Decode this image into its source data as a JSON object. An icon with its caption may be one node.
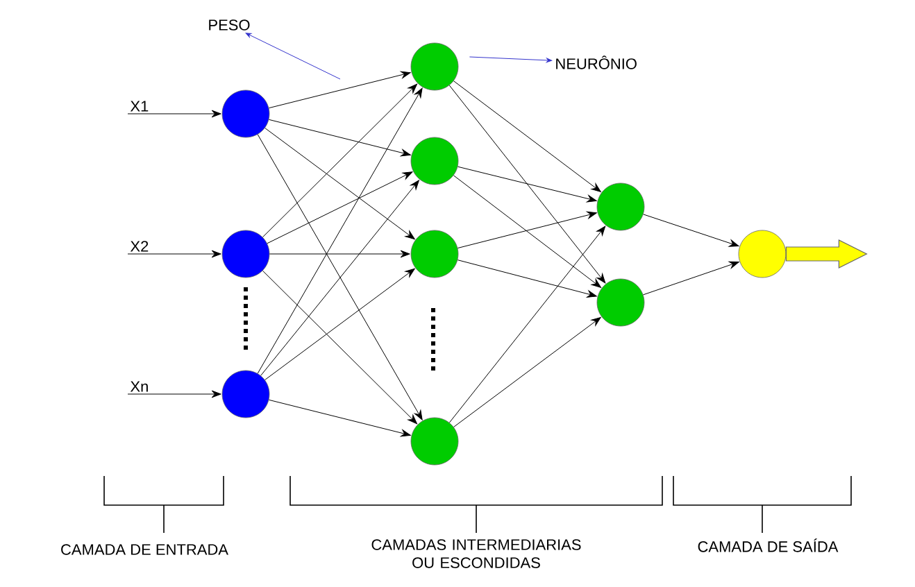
{
  "diagram": {
    "nodes": [
      {
        "text": [
          "PESO"
        ]
      },
      {
        "text": [
          "NEURÔNIO"
        ]
      },
      {
        "text": [
          "X1"
        ]
      },
      {
        "text": [
          "X2"
        ]
      },
      {
        "text": [
          "Xn"
        ]
      },
      {
        "text": [],
        "shape": "circle"
      },
      {
        "text": [],
        "shape": "circle"
      },
      {
        "text": [],
        "shape": "circle"
      },
      {
        "text": [],
        "shape": "circle"
      },
      {
        "text": [],
        "shape": "circle"
      },
      {
        "text": [],
        "shape": "circle"
      },
      {
        "text": [],
        "shape": "circle"
      },
      {
        "text": [],
        "shape": "circle"
      },
      {
        "text": [],
        "shape": "circle"
      },
      {
        "text": [],
        "shape": "circle"
      }
    ],
    "edges": [
      {
        "from": null,
        "to": 0,
        "arrow": "to",
        "color": "#3333cc"
      },
      {
        "from": 8,
        "to": 1,
        "arrow": "to",
        "color": "#3333cc"
      },
      {
        "from": 2,
        "to": 5,
        "arrow": "to"
      },
      {
        "from": 3,
        "to": 6,
        "arrow": "to"
      },
      {
        "from": 4,
        "to": 7,
        "arrow": "to"
      },
      {
        "from": 5,
        "to": 8,
        "arrow": "to"
      },
      {
        "from": 5,
        "to": 9,
        "arrow": "to"
      },
      {
        "from": 5,
        "to": 10,
        "arrow": "to"
      },
      {
        "from": 5,
        "to": 11,
        "arrow": "to"
      },
      {
        "from": 6,
        "to": 8,
        "arrow": "to"
      },
      {
        "from": 6,
        "to": 9,
        "arrow": "to"
      },
      {
        "from": 6,
        "to": 10,
        "arrow": "to"
      },
      {
        "from": 6,
        "to": 11,
        "arrow": "to"
      },
      {
        "from": 7,
        "to": 8,
        "arrow": "to"
      },
      {
        "from": 7,
        "to": 9,
        "arrow": "to"
      },
      {
        "from": 7,
        "to": 10,
        "arrow": "to"
      },
      {
        "from": 7,
        "to": 11,
        "arrow": "to"
      },
      {
        "from": 8,
        "to": 12,
        "arrow": "to"
      },
      {
        "from": 8,
        "to": 13,
        "arrow": "to"
      },
      {
        "from": 9,
        "to": 12,
        "arrow": "to"
      },
      {
        "from": 9,
        "to": 13,
        "arrow": "to"
      },
      {
        "from": 10,
        "to": 12,
        "arrow": "to"
      },
      {
        "from": 10,
        "to": 13,
        "arrow": "to"
      },
      {
        "from": 11,
        "to": 12,
        "arrow": "to"
      },
      {
        "from": 11,
        "to": 13,
        "arrow": "to"
      },
      {
        "from": 12,
        "to": 14,
        "arrow": "to"
      },
      {
        "from": 13,
        "to": 14,
        "arrow": "to"
      },
      {
        "from": 14,
        "to": null,
        "arrow": "to",
        "style": "thick",
        "color": "#ffff00"
      }
    ],
    "labels": [
      "CAMADA DE ENTRADA",
      "CAMADAS INTERMEDIARIAS OU ESCONDIDAS",
      "CAMADA DE SAÍDA"
    ]
  }
}
